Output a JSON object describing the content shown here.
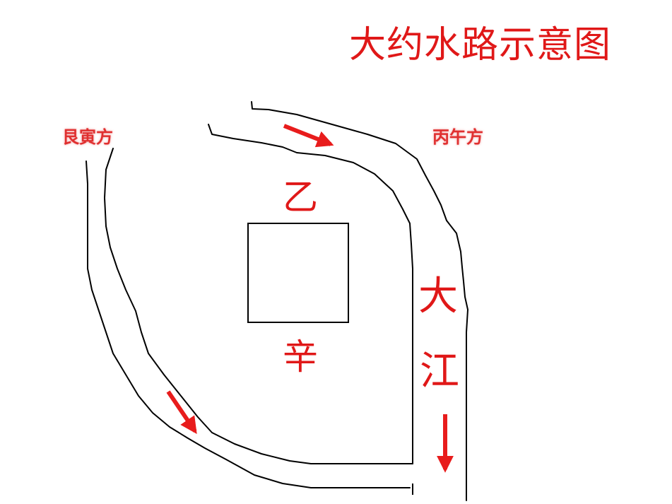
{
  "title": "大约水路示意图",
  "direction_labels": {
    "northeast": "艮寅方",
    "south": "丙午方"
  },
  "site": {
    "front_char": "乙",
    "back_char": "辛"
  },
  "river": {
    "name_char_1": "大",
    "name_char_2": "江"
  },
  "colors": {
    "ink": "#000000",
    "accent": "#e01818"
  }
}
